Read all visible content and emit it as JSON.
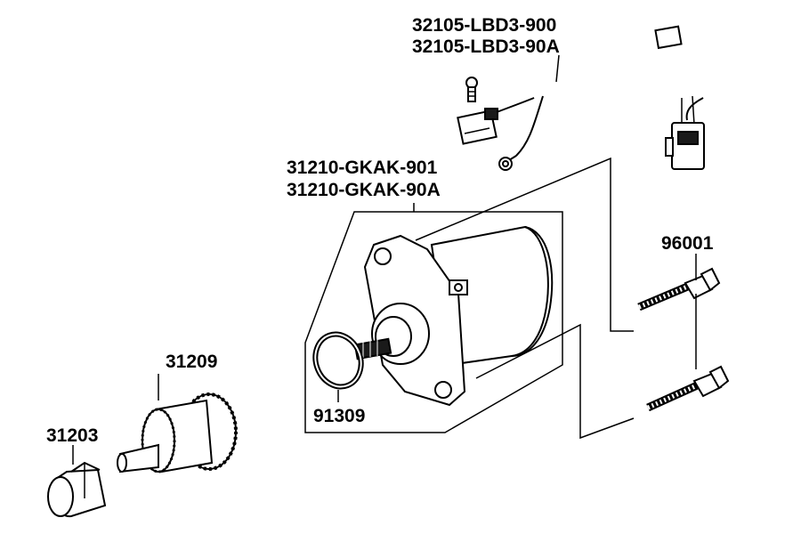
{
  "diagram": {
    "labels": {
      "harness_part_a": "32105-LBD3-900",
      "harness_part_b": "32105-LBD3-90A",
      "starter_motor_a": "31210-GKAK-901",
      "starter_motor_b": "31210-GKAK-90A",
      "bolt": "96001",
      "starter_clutch": "31209",
      "o_ring": "91309",
      "cap": "31203"
    }
  }
}
